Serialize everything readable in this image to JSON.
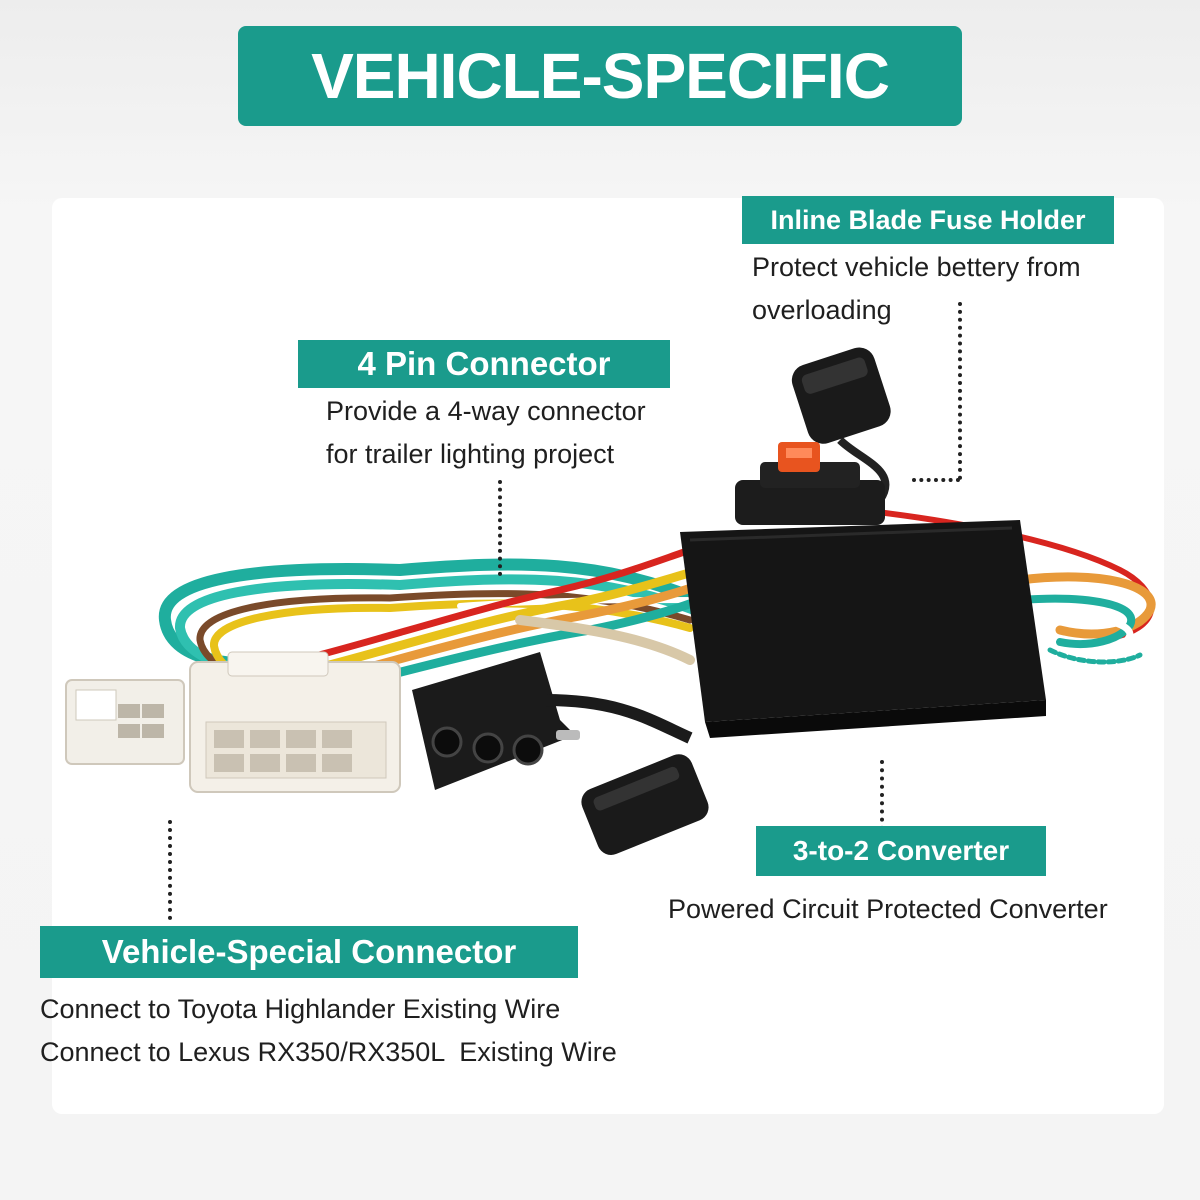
{
  "header": {
    "title": "VEHICLE-SPECIFIC"
  },
  "callouts": {
    "fuse_holder": {
      "title": "Inline Blade Fuse Holder",
      "lines": [
        "Protect vehicle bettery from",
        "overloading"
      ]
    },
    "pin_connector": {
      "title": "4 Pin Connector",
      "lines": [
        "Provide a 4-way connector",
        "for trailer lighting project"
      ]
    },
    "converter": {
      "title": "3-to-2 Converter",
      "lines": [
        "Powered Circuit Protected Converter"
      ]
    },
    "vehicle_connector": {
      "title": "Vehicle-Special Connector",
      "lines": [
        "Connect to Toyota Highlander Existing Wire",
        "Connect to Lexus RX350/RX350L  Existing Wire"
      ]
    }
  },
  "colors": {
    "accent": "#1a9b8c",
    "wire_green": "#1fae9e",
    "wire_yellow": "#e8c21a",
    "wire_brown": "#7a4a2a",
    "wire_red": "#d8251f",
    "wire_orange": "#e89a3a",
    "fuse": "#e8541f"
  }
}
